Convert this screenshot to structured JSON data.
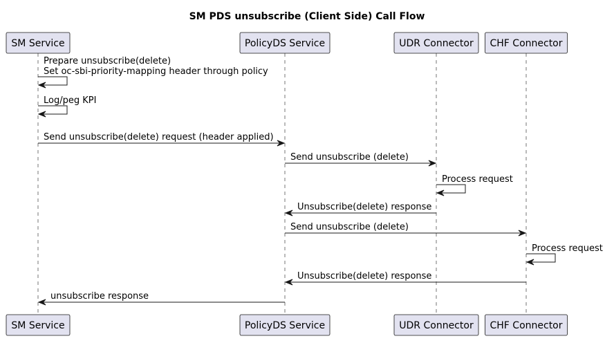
{
  "title": "SM PDS unsubscribe (Client Side) Call Flow",
  "participants": [
    {
      "id": "sm",
      "label": "SM Service"
    },
    {
      "id": "pds",
      "label": "PolicyDS Service"
    },
    {
      "id": "udr",
      "label": "UDR Connector"
    },
    {
      "id": "chf",
      "label": "CHF Connector"
    }
  ],
  "messages": [
    {
      "from": "sm",
      "to": "sm",
      "lines": [
        "Prepare unsubscribe(delete)",
        "Set oc-sbi-priority-mapping header through policy"
      ]
    },
    {
      "from": "sm",
      "to": "sm",
      "lines": [
        "Log/peg KPI"
      ]
    },
    {
      "from": "sm",
      "to": "pds",
      "lines": [
        "Send unsubscribe(delete) request (header applied)"
      ]
    },
    {
      "from": "pds",
      "to": "udr",
      "lines": [
        "Send unsubscribe (delete)"
      ]
    },
    {
      "from": "udr",
      "to": "udr",
      "lines": [
        "Process request"
      ]
    },
    {
      "from": "udr",
      "to": "pds",
      "lines": [
        "Unsubscribe(delete) response"
      ]
    },
    {
      "from": "pds",
      "to": "chf",
      "lines": [
        "Send unsubscribe (delete)"
      ]
    },
    {
      "from": "chf",
      "to": "chf",
      "lines": [
        "Process request"
      ]
    },
    {
      "from": "chf",
      "to": "pds",
      "lines": [
        "Unsubscribe(delete) response"
      ]
    },
    {
      "from": "pds",
      "to": "sm",
      "lines": [
        "unsubscribe response"
      ]
    }
  ],
  "colors": {
    "participant_fill": "#E2E2F0",
    "stroke": "#181818",
    "background": "#FFFFFF"
  }
}
